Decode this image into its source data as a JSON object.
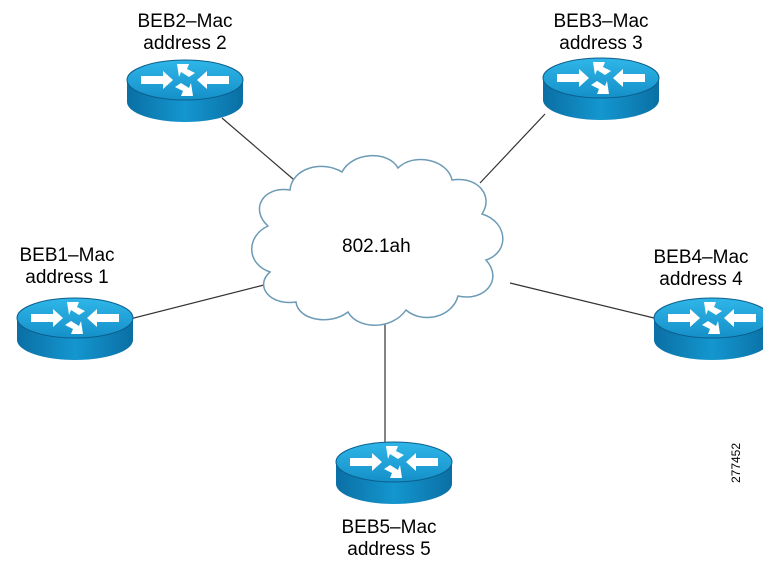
{
  "cloud": {
    "label": "802.1ah"
  },
  "nodes": [
    {
      "id": "beb1",
      "line1": "BEB1–Mac",
      "line2": "address 1"
    },
    {
      "id": "beb2",
      "line1": "BEB2–Mac",
      "line2": "address 2"
    },
    {
      "id": "beb3",
      "line1": "BEB3–Mac",
      "line2": "address 3"
    },
    {
      "id": "beb4",
      "line1": "BEB4–Mac",
      "line2": "address 4"
    },
    {
      "id": "beb5",
      "line1": "BEB5–Mac",
      "line2": "address 5"
    }
  ],
  "figure_id": "277452",
  "colors": {
    "router_top": "#1ea0d6",
    "router_side": "#0b7bb3",
    "router_edge": "#0d5f8d",
    "cloud_fill": "#ffffff",
    "cloud_stroke": "#6c9bb5"
  }
}
